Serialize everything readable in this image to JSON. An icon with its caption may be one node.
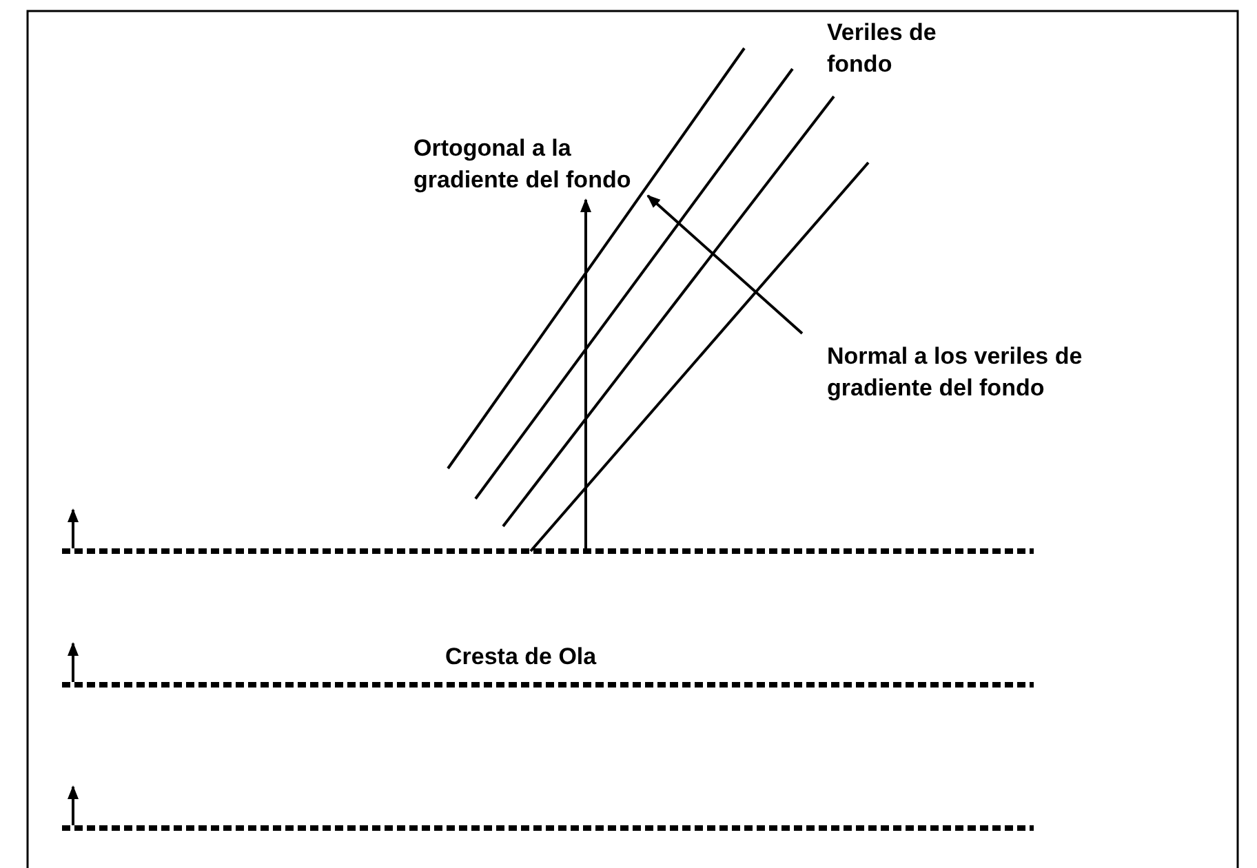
{
  "diagram": {
    "labels": [
      "Veriles de fondo",
      "Ortogonal a la gradiente del fondo",
      "Normal a los veriles de gradiente del fondo",
      "Cresta de Ola"
    ]
  }
}
